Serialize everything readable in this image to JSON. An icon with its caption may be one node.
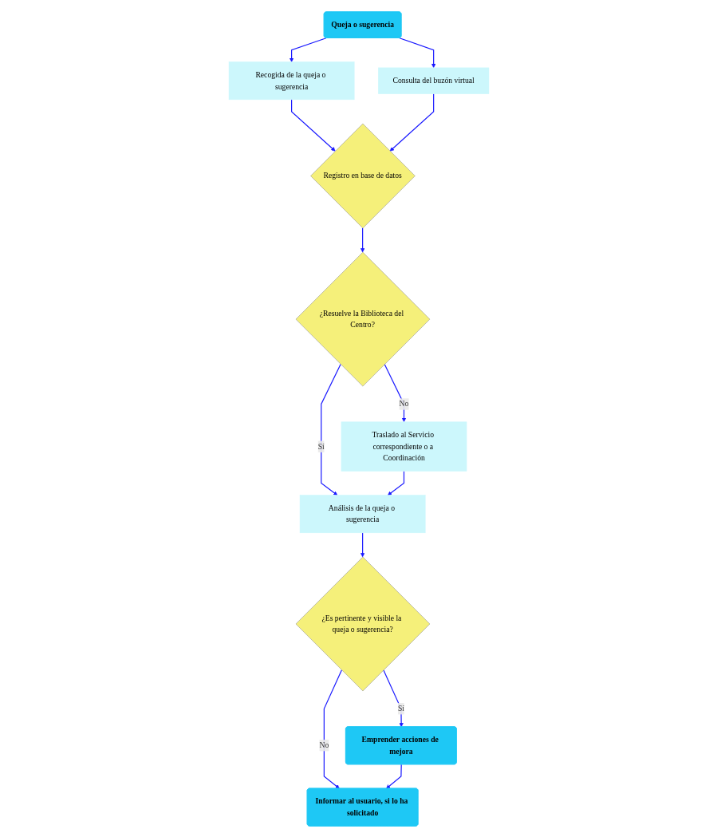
{
  "diagram": {
    "nodes": [
      {
        "text": [
          "Queja o sugerencia"
        ]
      },
      {
        "text": [
          "Recogida de la queja o sugerencia"
        ]
      },
      {
        "text": [
          "Consulta del buzón virtual"
        ]
      },
      {
        "text": [
          "Registro en base de datos"
        ]
      },
      {
        "text": [
          "¿Resuelve la Biblioteca del Centro?"
        ]
      },
      {
        "text": [
          "Traslado al Servicio correspondiente o a Coordinación"
        ]
      },
      {
        "text": [
          "Análisis de la queja o sugerencia"
        ]
      },
      {
        "text": [
          "¿Es pertinente y visible la queja o sugerencia?"
        ]
      },
      {
        "text": [
          "Emprender acciones de mejora"
        ]
      },
      {
        "text": [
          "Informar al usuario, si lo ha solicitado"
        ]
      }
    ],
    "edges": [
      {
        "from": 0,
        "to": 1,
        "arrow": "to"
      },
      {
        "from": 0,
        "to": 2,
        "arrow": "to"
      },
      {
        "from": 1,
        "to": 3,
        "arrow": "to"
      },
      {
        "from": 2,
        "to": 3,
        "arrow": "to"
      },
      {
        "from": 3,
        "to": 4,
        "arrow": "to"
      },
      {
        "from": 4,
        "to": 5,
        "label": "No",
        "arrow": "to"
      },
      {
        "from": 4,
        "to": 6,
        "label": "Sí",
        "arrow": "to"
      },
      {
        "from": 5,
        "to": 6,
        "arrow": "to"
      },
      {
        "from": 6,
        "to": 7,
        "arrow": "to"
      },
      {
        "from": 7,
        "to": 8,
        "label": "Sí",
        "arrow": "to"
      },
      {
        "from": 7,
        "to": 9,
        "label": "No",
        "arrow": "to"
      },
      {
        "from": 8,
        "to": 9,
        "arrow": "to"
      }
    ]
  }
}
